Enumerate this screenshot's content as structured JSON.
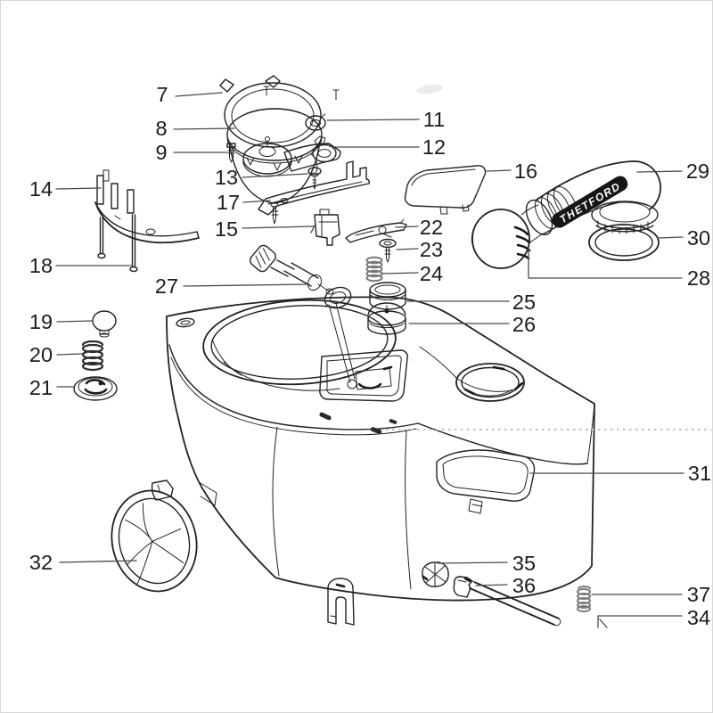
{
  "diagram": {
    "brand_text": "THETFORD",
    "colors": {
      "background": "#ffffff",
      "line_art": "#222222",
      "labels": "#1c1c1c",
      "leader_lines": "#4a4a4a",
      "dotted_line": "#c0c0c0",
      "brand_band": "#161616",
      "brand_text_color": "#ffffff",
      "spring_gray": "#7a7a7a"
    },
    "callouts": [
      {
        "num": "7"
      },
      {
        "num": "8"
      },
      {
        "num": "9"
      },
      {
        "num": "11"
      },
      {
        "num": "12"
      },
      {
        "num": "13"
      },
      {
        "num": "14"
      },
      {
        "num": "15"
      },
      {
        "num": "16"
      },
      {
        "num": "17"
      },
      {
        "num": "18"
      },
      {
        "num": "19"
      },
      {
        "num": "20"
      },
      {
        "num": "21"
      },
      {
        "num": "22"
      },
      {
        "num": "23"
      },
      {
        "num": "24"
      },
      {
        "num": "25"
      },
      {
        "num": "26"
      },
      {
        "num": "27"
      },
      {
        "num": "28"
      },
      {
        "num": "29"
      },
      {
        "num": "30"
      },
      {
        "num": "31"
      },
      {
        "num": "32"
      },
      {
        "num": "34"
      },
      {
        "num": "35"
      },
      {
        "num": "36"
      },
      {
        "num": "37"
      }
    ]
  }
}
